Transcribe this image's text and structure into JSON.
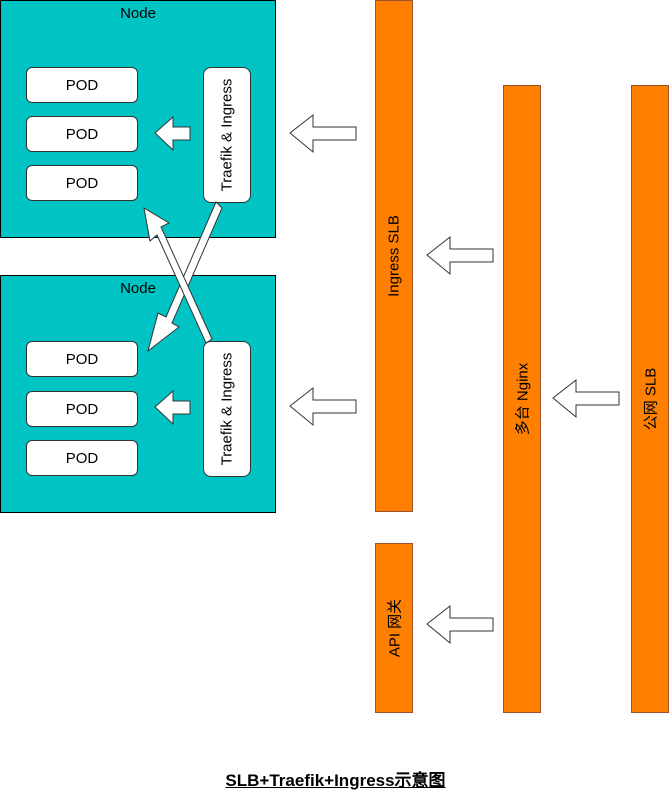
{
  "nodes": [
    {
      "title": "Node",
      "pods": [
        "POD",
        "POD",
        "POD"
      ],
      "ingress": "Traefik & Ingress"
    },
    {
      "title": "Node",
      "pods": [
        "POD",
        "POD",
        "POD"
      ],
      "ingress": "Traefik & Ingress"
    }
  ],
  "bars": {
    "ingress_slb": "Ingress SLB",
    "nginx": "多台  Nginx",
    "public_slb": "公网  SLB",
    "api_gateway": "API  网关"
  },
  "caption": "SLB+Traefik+Ingress示意图",
  "colors": {
    "node_fill": "#00c4c4",
    "bar_fill": "#ff8000",
    "arrow_fill": "#ffffff"
  }
}
